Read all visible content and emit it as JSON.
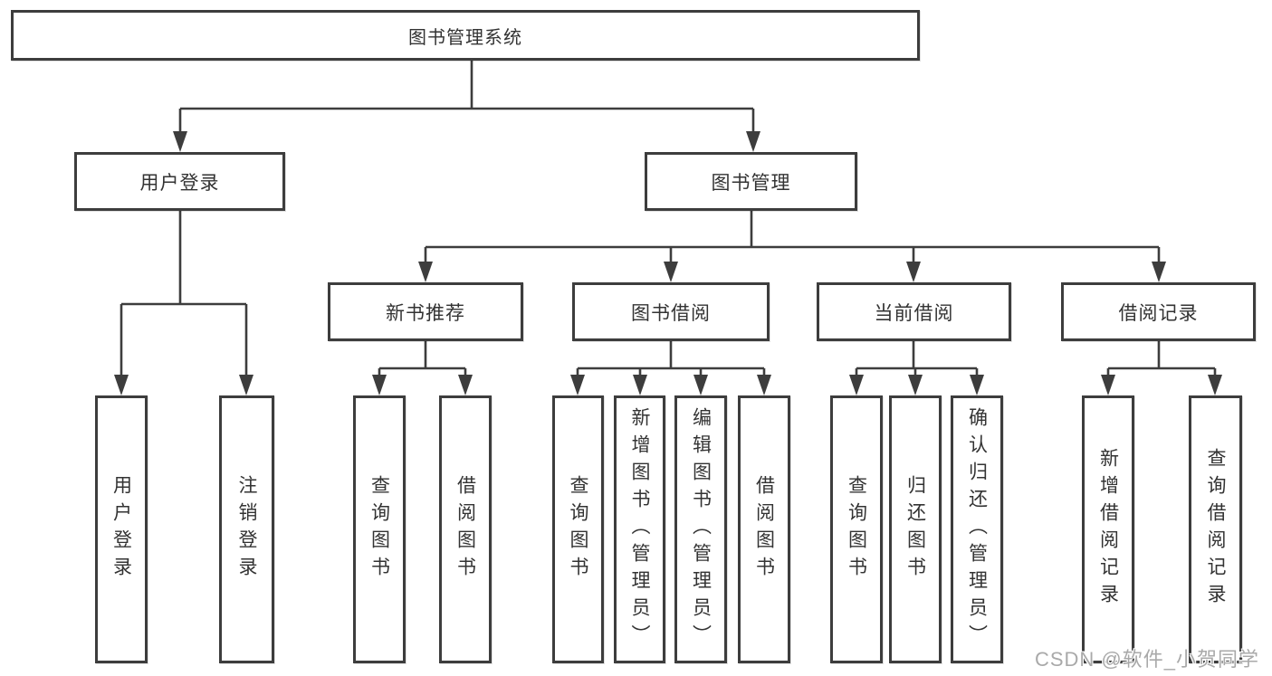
{
  "diagram": {
    "title": "图书管理系统",
    "line_color": "#3d3d3d",
    "box_background": "#ffffff",
    "text_color": "#333333"
  },
  "nodes": {
    "root": {
      "label": "图书管理系统"
    },
    "login": {
      "label": "用户登录"
    },
    "book_mgmt": {
      "label": "图书管理"
    },
    "new_books": {
      "label": "新书推荐"
    },
    "borrow": {
      "label": "图书借阅"
    },
    "current": {
      "label": "当前借阅"
    },
    "records": {
      "label": "借阅记录"
    },
    "login_user": {
      "label": "用户登录"
    },
    "login_logout": {
      "label": "注销登录"
    },
    "nb_query": {
      "label": "查询图书"
    },
    "nb_borrow": {
      "label": "借阅图书"
    },
    "bw_query": {
      "label": "查询图书"
    },
    "bw_add": {
      "label": "新增图书（管理员）"
    },
    "bw_edit": {
      "label": "编辑图书（管理员）"
    },
    "bw_borrow": {
      "label": "借阅图书"
    },
    "cu_query": {
      "label": "查询图书"
    },
    "cu_return": {
      "label": "归还图书"
    },
    "cu_confirm": {
      "label": "确认归还（管理员）"
    },
    "rc_add": {
      "label": "新增借阅记录"
    },
    "rc_query": {
      "label": "查询借阅记录"
    }
  },
  "watermark": {
    "text": "CSDN @软件_小贺同学",
    "color": "#a9a9a9"
  }
}
